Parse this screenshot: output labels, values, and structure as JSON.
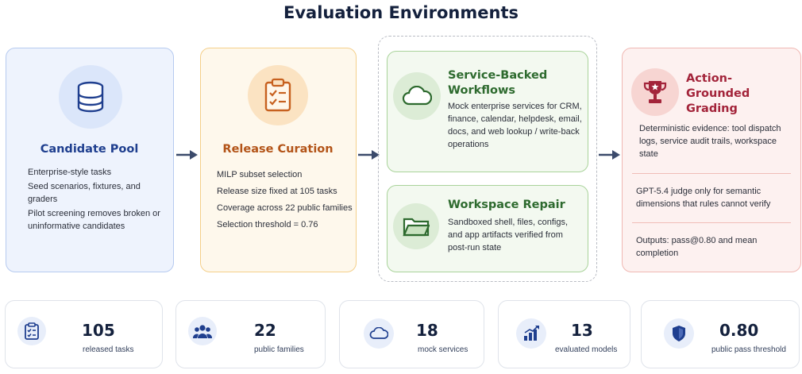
{
  "title": "Evaluation Environments",
  "colors": {
    "blue": "#1f3f8f",
    "orange": "#c7611f",
    "green": "#2d6a2e",
    "red": "#a3243a",
    "navy": "#14213d"
  },
  "candidate_pool": {
    "icon": "database-icon",
    "title": "Candidate Pool",
    "items": [
      "Enterprise-style tasks",
      "Seed scenarios, fixtures, and graders",
      "Pilot screening removes broken or uninformative candidates"
    ]
  },
  "release_curation": {
    "icon": "clipboard-checklist-icon",
    "title": "Release Curation",
    "items": [
      "MILP subset selection",
      "Release size fixed at 105 tasks",
      "Coverage across 22 public families",
      "Selection threshold = 0.76"
    ]
  },
  "service_backed": {
    "icon": "cloud-icon",
    "title": "Service-Backed Workflows",
    "text": "Mock enterprise services for CRM, finance, calendar, helpdesk, email, docs, and web lookup / write-back operations"
  },
  "workspace_repair": {
    "icon": "folder-icon",
    "title": "Workspace Repair",
    "text": "Sandboxed shell, files, configs, and app artifacts verified from post-run state"
  },
  "grading": {
    "icon": "trophy-icon",
    "title": "Action-Grounded Grading",
    "evidence": "Deterministic evidence: tool dispatch logs, service audit trails, workspace state",
    "judge": "GPT-5.4 judge only for semantic dimensions that rules cannot verify",
    "outputs": "Outputs: pass@0.80 and mean completion"
  },
  "stats": [
    {
      "icon": "clipboard-list-icon",
      "value": "105",
      "label": "released tasks"
    },
    {
      "icon": "users-icon",
      "value": "22",
      "label": "public families"
    },
    {
      "icon": "cloud-outline-icon",
      "value": "18",
      "label": "mock services"
    },
    {
      "icon": "bar-chart-icon",
      "value": "13",
      "label": "evaluated models"
    },
    {
      "icon": "shield-check-icon",
      "value": "0.80",
      "label": "public pass threshold"
    }
  ]
}
